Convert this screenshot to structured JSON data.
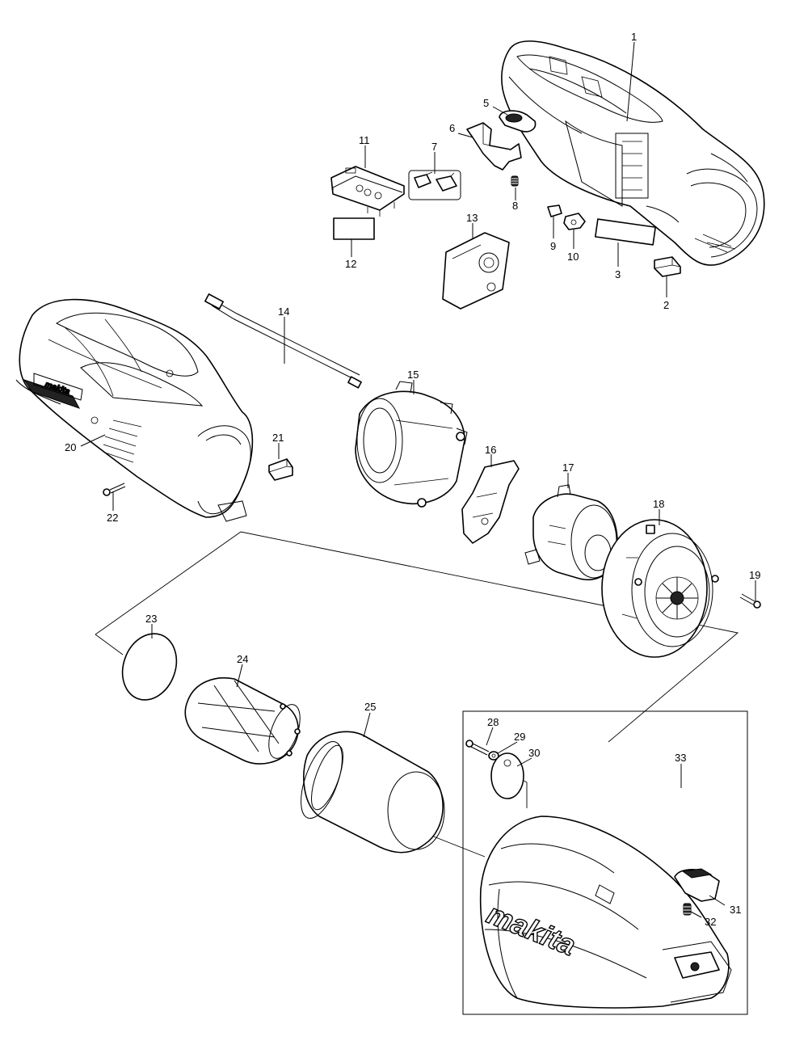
{
  "diagram": {
    "labels": {
      "p1": "1",
      "p2": "2",
      "p3": "3",
      "p5": "5",
      "p6": "6",
      "p7": "7",
      "p8": "8",
      "p9": "9",
      "p10": "10",
      "p11": "11",
      "p12": "12",
      "p13": "13",
      "p14": "14",
      "p15": "15",
      "p16": "16",
      "p17": "17",
      "p18": "18",
      "p19": "19",
      "p20": "20",
      "p21": "21",
      "p22": "22",
      "p23": "23",
      "p24": "24",
      "p25": "25",
      "p28": "28",
      "p29": "29",
      "p30": "30",
      "p31": "31",
      "p32": "32",
      "p33": "33"
    },
    "brand_handle": "makita",
    "brand_nozzle": "makita"
  }
}
